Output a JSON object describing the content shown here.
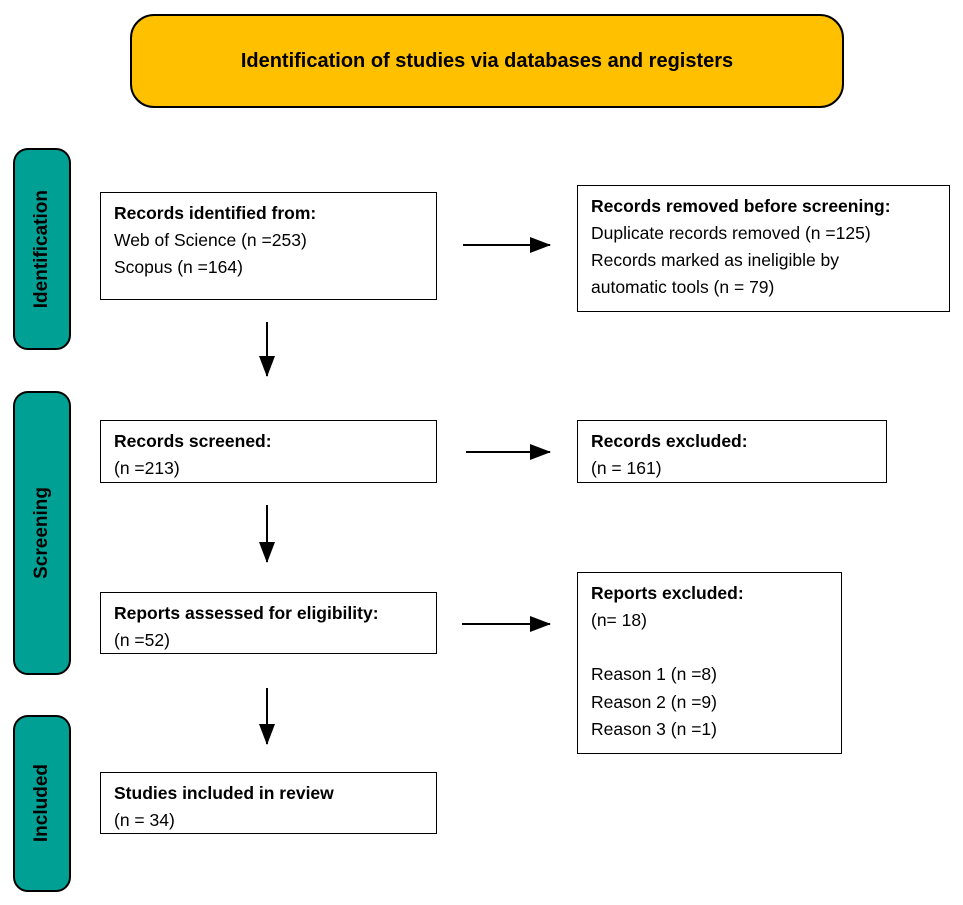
{
  "title_banner": {
    "label": "Identification of studies via databases and registers"
  },
  "colors": {
    "banner_bg": "#FFC000",
    "stage_bg": "#00A094",
    "box_border": "#000000",
    "arrow": "#000000",
    "background": "#FFFFFF"
  },
  "stages": [
    {
      "label": "Identification"
    },
    {
      "label": "Screening"
    },
    {
      "label": "Included"
    }
  ],
  "boxes": {
    "records_identified": {
      "title": "Records identified from:",
      "lines": [
        "Web of Science (n =253)",
        "Scopus (n =164)"
      ]
    },
    "records_removed": {
      "title": "Records removed before screening:",
      "lines": [
        "Duplicate records removed (n =125)",
        "Records marked as ineligible by",
        "automatic tools (n = 79)"
      ]
    },
    "records_screened": {
      "title": "Records screened:",
      "lines": [
        "(n =213)"
      ]
    },
    "records_excluded": {
      "title": "Records excluded:",
      "lines": [
        "(n = 161)"
      ]
    },
    "reports_assessed": {
      "title": "Reports assessed for eligibility:",
      "lines": [
        "(n =52)"
      ]
    },
    "reports_excluded": {
      "title": "Reports excluded:",
      "lines": [
        "(n= 18)",
        "",
        "Reason 1 (n =8)",
        "Reason 2 (n =9)",
        "Reason 3 (n =1)"
      ]
    },
    "studies_included": {
      "title": "Studies included in review",
      "lines": [
        "(n = 34)"
      ]
    }
  }
}
